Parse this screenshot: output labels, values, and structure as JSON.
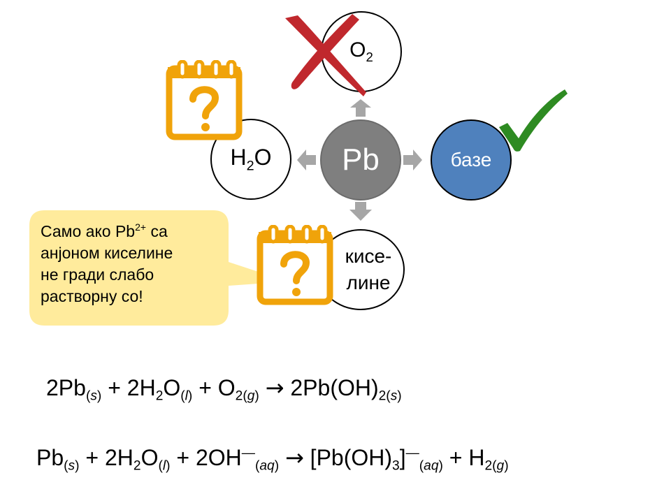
{
  "diagram": {
    "center": {
      "label": "Pb",
      "color": "#7f7f7f"
    },
    "nodes": {
      "o2": {
        "main": "O",
        "sub": "2"
      },
      "h2o": {
        "pre": "H",
        "sub": "2",
        "post": "O"
      },
      "bases": {
        "label": "базе",
        "color": "#4f81bd"
      },
      "acids": {
        "line1": "кисе-",
        "line2": "лине"
      }
    },
    "arrow_color": "#a6a6a6",
    "marks": {
      "o2": "cross-mark-icon",
      "h2o": "question-note-icon",
      "bases": "check-mark-icon",
      "acids": "question-note-icon"
    },
    "mark_colors": {
      "cross": "#c0282d",
      "check": "#2e8b22",
      "question": "#f0a30a"
    }
  },
  "callout": {
    "line1_pre": "Само ако Pb",
    "line1_sup": "2+",
    "line1_post": " са",
    "line2": "анјоном киселине",
    "line3": "не гради слабо",
    "line4": "растворну со!",
    "background": "#ffeb9c"
  },
  "equations": {
    "eq1": {
      "t1": "2Pb",
      "s1": "(s)",
      "t2": " + 2H",
      "s2": "2",
      "t3": "O",
      "s3": "(l)",
      "t4": " + O",
      "s4": "2(g)",
      "arrow": "→",
      "t5": "2Pb(OH)",
      "s5": "2(s)"
    },
    "eq2": {
      "t1": "Pb",
      "s1": "(s)",
      "t2": " + 2H",
      "s2": "2",
      "t3": "O",
      "s3": "(l)",
      "t4": " + 2OH",
      "sup4": "—",
      "s4": "(aq)",
      "arrow": "→",
      "t5": "[Pb(OH)",
      "s5": "3",
      "t6": "]",
      "sup6": "—",
      "s6": "(aq)",
      "t7": " + H",
      "s7": "2(g)"
    }
  }
}
